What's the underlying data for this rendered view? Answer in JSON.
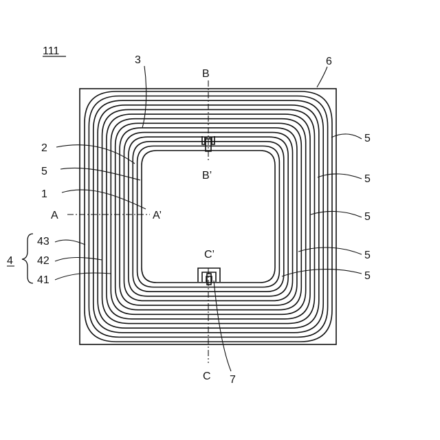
{
  "figure": {
    "title": "111",
    "labels": {
      "l3": "3",
      "l6": "6",
      "l2": "2",
      "l5_left": "5",
      "l1": "1",
      "l43": "43",
      "l42": "42",
      "l41": "41",
      "l4": "4",
      "l7": "7",
      "l5_r1": "5",
      "l5_r2": "5",
      "l5_r3": "5",
      "l5_r4": "5",
      "l5_r5": "5"
    },
    "section_markers": {
      "A": "A",
      "A_prime": "A’",
      "B": "B",
      "B_prime": "B’",
      "C": "C",
      "C_prime": "C’"
    }
  },
  "colors": {
    "line": "#111111",
    "background": "#ffffff"
  }
}
